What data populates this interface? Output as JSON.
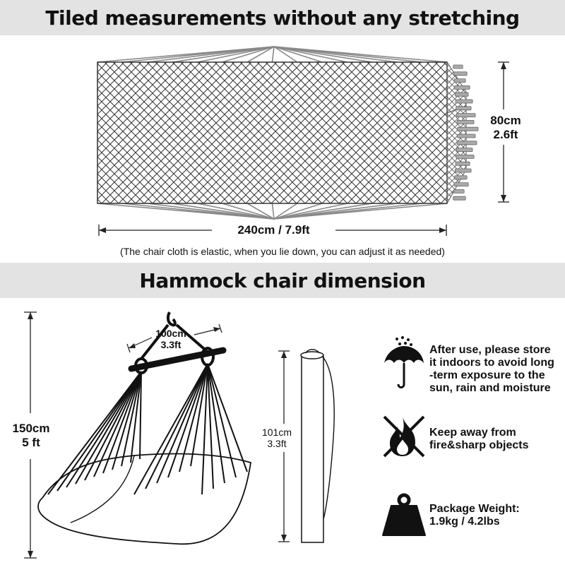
{
  "section1": {
    "title": "Tiled measurements without any stretching",
    "width_label": "240cm / 7.9ft",
    "height_label_1": "80cm",
    "height_label_2": "2.6ft",
    "note": "(The chair cloth is elastic, when you lie down, you can adjust it as needed)"
  },
  "section2": {
    "title": "Hammock chair dimension",
    "bar_label_1": "100cm",
    "bar_label_2": "3.3ft",
    "height_label_1": "150cm",
    "height_label_2": "5 ft",
    "bag_label_1": "101cm",
    "bag_label_2": "3.3ft"
  },
  "care": [
    {
      "icon": "umbrella-rain-icon",
      "lines": [
        "After use, please store",
        "it indoors to avoid long",
        "-term exposure to the",
        "sun, rain and moisture"
      ]
    },
    {
      "icon": "no-fire-icon",
      "lines": [
        "Keep away from",
        "fire&sharp objects"
      ]
    },
    {
      "icon": "weight-icon",
      "lines": [
        "Package Weight:",
        "1.9kg / 4.2lbs"
      ]
    }
  ]
}
